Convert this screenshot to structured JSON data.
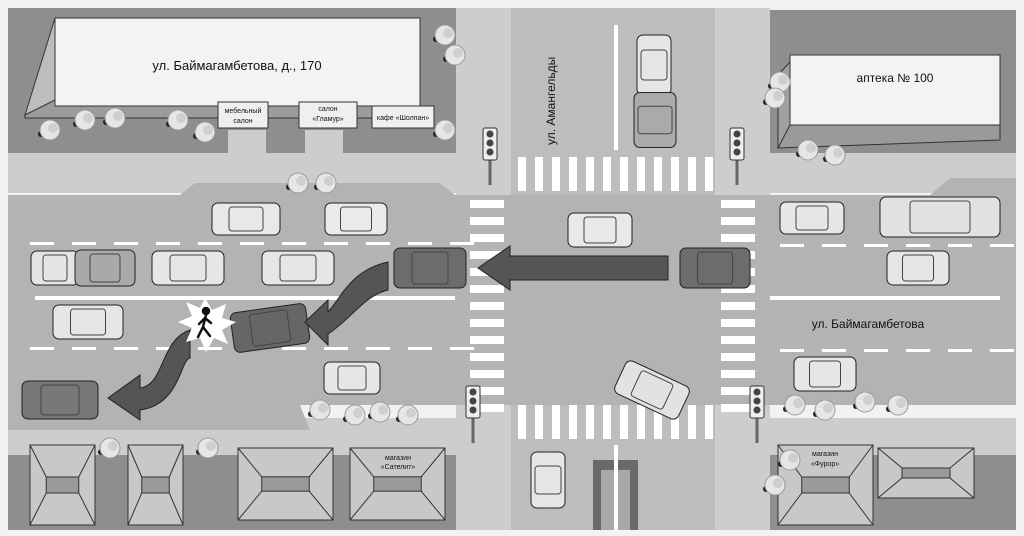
{
  "labels": {
    "building_main": "ул. Баймагамбетова, д., 170",
    "furniture_line1": "мебельный",
    "furniture_line2": "салон",
    "salon_line1": "салон",
    "salon_line2": "«Гламур»",
    "cafe": "кафе «Шолпан»",
    "pharmacy": "аптека № 100",
    "street_vertical": "ул. Амангельды",
    "street_horizontal": "ул. Баймагамбетова",
    "satellite_line1": "магазин",
    "satellite_line2": "«Сателит»",
    "furor_line1": "магазин",
    "furor_line2": "«Фурор»"
  },
  "colors": {
    "block": "#8e8e8e",
    "road": "#b3b3b3",
    "sidewalk": "#cdcdcd",
    "arrow": "#555555"
  }
}
